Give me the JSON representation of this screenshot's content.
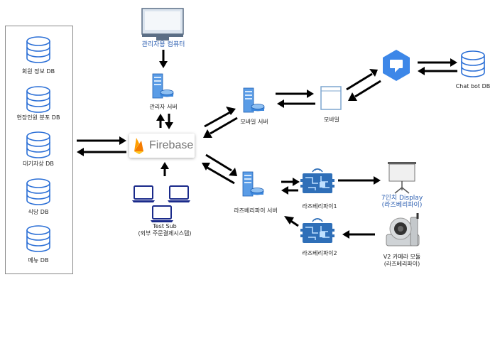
{
  "colors": {
    "db_blue": "#2b6fd6",
    "server_blue": "#2f7dd8",
    "arrow": "#000000",
    "label_blue": "#2a5db0",
    "firebase_text": "#757575"
  },
  "databases": [
    {
      "label": "회원 정보 DB"
    },
    {
      "label": "현장인원 분포 DB"
    },
    {
      "label": "대기자상 DB"
    },
    {
      "label": "식당 DB"
    },
    {
      "label": "메뉴 DB"
    }
  ],
  "nodes": {
    "admin_pc": {
      "label": "관리자용 컴퓨터",
      "icon": "desktop-computer-icon"
    },
    "admin_server": {
      "label": "관리자 서버",
      "icon": "server-icon"
    },
    "firebase": {
      "label": "Firebase",
      "icon": "firebase-flame-icon"
    },
    "mobile_server": {
      "label": "모바일 서버",
      "icon": "server-icon"
    },
    "mobile_app": {
      "label": "모바일",
      "icon": "mobile-phone-icon"
    },
    "dialogflow": {
      "icon": "dialogflow-icon"
    },
    "chatbot_db": {
      "label": "Chat bot DB",
      "icon": "database-icon"
    },
    "test_sub": {
      "label_line1": "Test Sub",
      "label_line2": "(외부 주문결제시스템)",
      "icon": "laptop-icon"
    },
    "rpi_server": {
      "label": "라즈베리파이 서버",
      "icon": "server-icon"
    },
    "rpi1": {
      "label": "라즈베리파이1",
      "icon": "raspberry-pi-icon"
    },
    "rpi2": {
      "label": "라즈베리파이2",
      "icon": "raspberry-pi-icon"
    },
    "display": {
      "label_line1": "7인치 Display",
      "label_line2": "(라즈베리파이)",
      "icon": "projector-screen-icon"
    },
    "camera": {
      "label_line1": "V2 카메라 모듈",
      "label_line2": "(라즈베리파이)",
      "icon": "camera-icon"
    }
  }
}
